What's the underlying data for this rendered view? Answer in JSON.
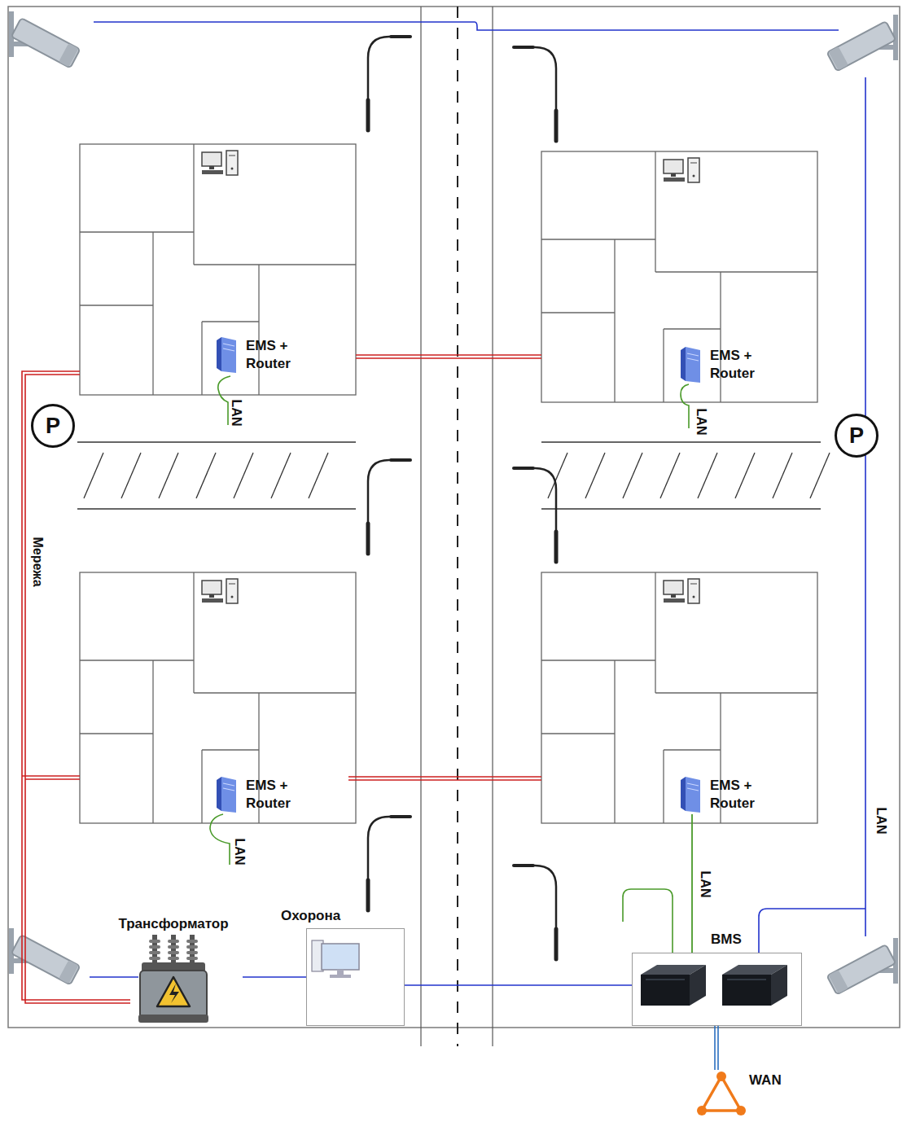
{
  "diagram": {
    "nodes": [
      {
        "text": [
          "EMS + Router"
        ]
      },
      {
        "text": [
          "EMS + Router"
        ]
      },
      {
        "text": [
          "P"
        ]
      },
      {
        "text": [
          "P"
        ]
      },
      {
        "text": [
          "EMS + Router"
        ]
      },
      {
        "text": [
          "EMS + Router"
        ]
      },
      {
        "text": [
          "Трансформатор"
        ]
      },
      {
        "text": [
          "Охорона"
        ]
      },
      {
        "text": [
          "BMS"
        ]
      },
      {
        "text": [
          "WAN"
        ]
      }
    ],
    "edges": [
      {
        "from": 5,
        "to": 8,
        "arrow": "none",
        "label": "LAN"
      },
      {
        "from": 6,
        "to": 7,
        "arrow": "none"
      },
      {
        "from": 7,
        "to": 8,
        "arrow": "none"
      },
      {
        "from": 8,
        "to": 9,
        "arrow": "none"
      }
    ],
    "labels": [
      "LAN",
      "LAN",
      "Мережа",
      "LAN",
      "LAN"
    ]
  }
}
